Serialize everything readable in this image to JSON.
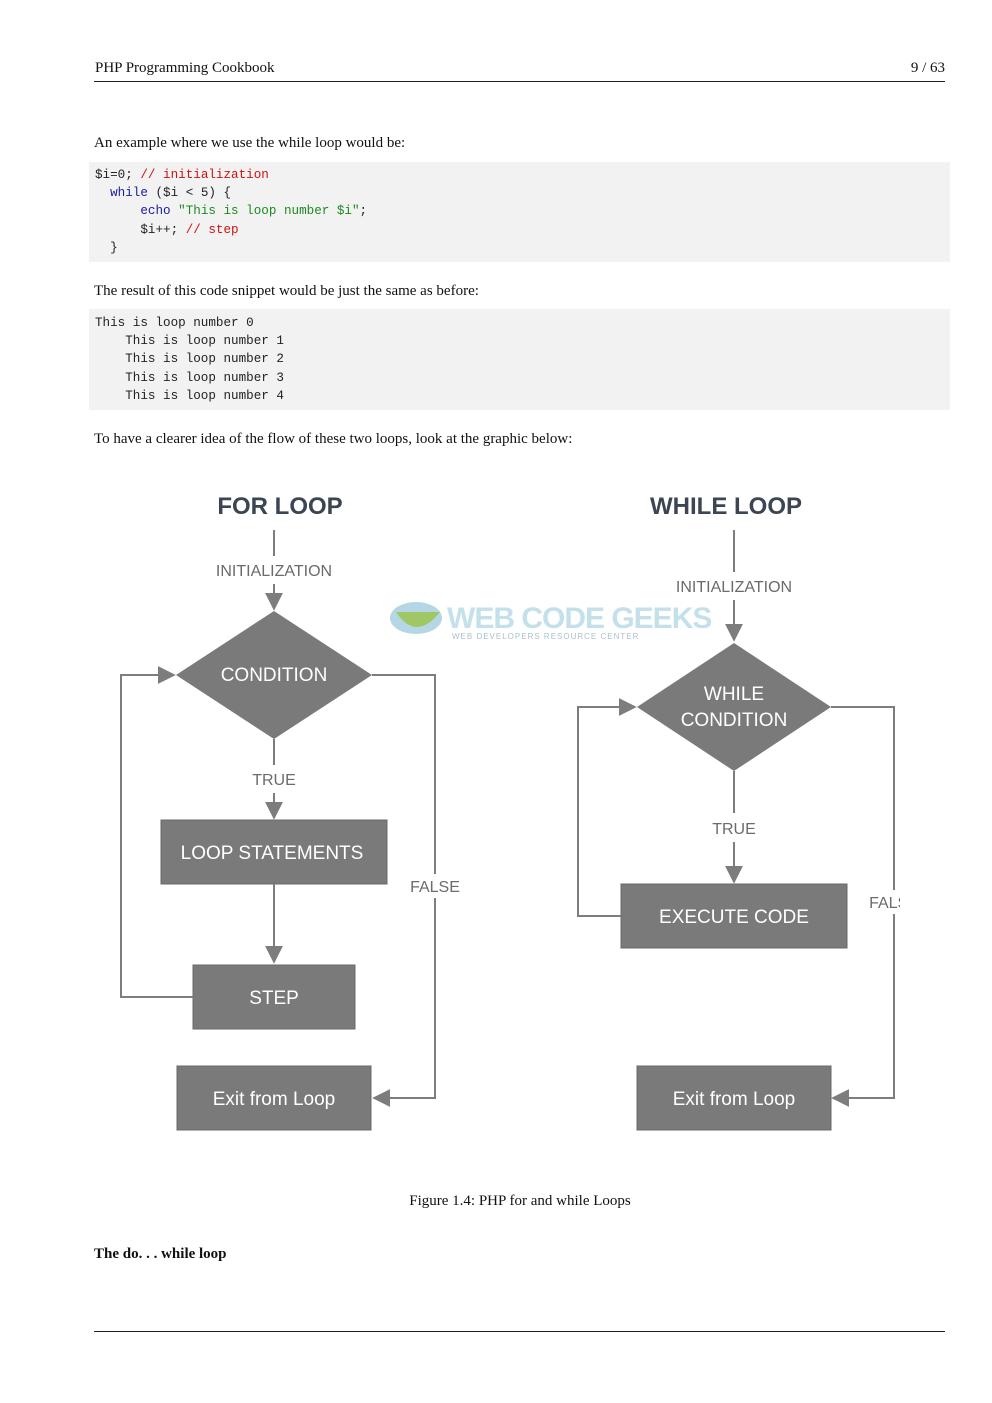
{
  "header": {
    "title": "PHP Programming Cookbook",
    "page": "9 / 63"
  },
  "intro_text": "An example where we use the while loop would be:",
  "code1": {
    "line1_code": "$i=0; ",
    "line1_comment": "// initialization",
    "line2_indent": "  ",
    "line2_kw": "while",
    "line2_rest": " ($i < 5) {",
    "line3_indent": "      ",
    "line3_kw": "echo",
    "line3_space": " ",
    "line3_str": "\"This is loop number $i\"",
    "line3_end": ";",
    "line4_code": "      $i++; ",
    "line4_comment": "// step",
    "line5": "  }"
  },
  "result_text": "The result of this code snippet would be just the same as before:",
  "output_lines": [
    "This is loop number 0",
    "    This is loop number 1",
    "    This is loop number 2",
    "    This is loop number 3",
    "    This is loop number 4"
  ],
  "graphic_text": "To have a clearer idea of the flow of these two loops, look at the graphic below:",
  "figure": {
    "watermark_title": "WEB CODE GEEKS",
    "watermark_subtitle": "WEB DEVELOPERS RESOURCE CENTER",
    "for_loop": {
      "title": "FOR LOOP",
      "init": "INITIALIZATION",
      "condition": "CONDITION",
      "true_label": "TRUE",
      "statements": "LOOP STATEMENTS",
      "step": "STEP",
      "false_label": "FALSE",
      "exit": "Exit from Loop"
    },
    "while_loop": {
      "title": "WHILE LOOP",
      "init": "INITIALIZATION",
      "condition_line1": "WHILE",
      "condition_line2": "CONDITION",
      "true_label": "TRUE",
      "execute": "EXECUTE CODE",
      "false_label": "FALSE",
      "exit": "Exit from Loop"
    },
    "colors": {
      "box": "#7a7a7a",
      "line": "#7d7d7d",
      "title": "#3b4652",
      "label": "#6b6b6b"
    }
  },
  "caption": "Figure 1.4: PHP for and while Loops",
  "subheading": "The do. . . while loop"
}
